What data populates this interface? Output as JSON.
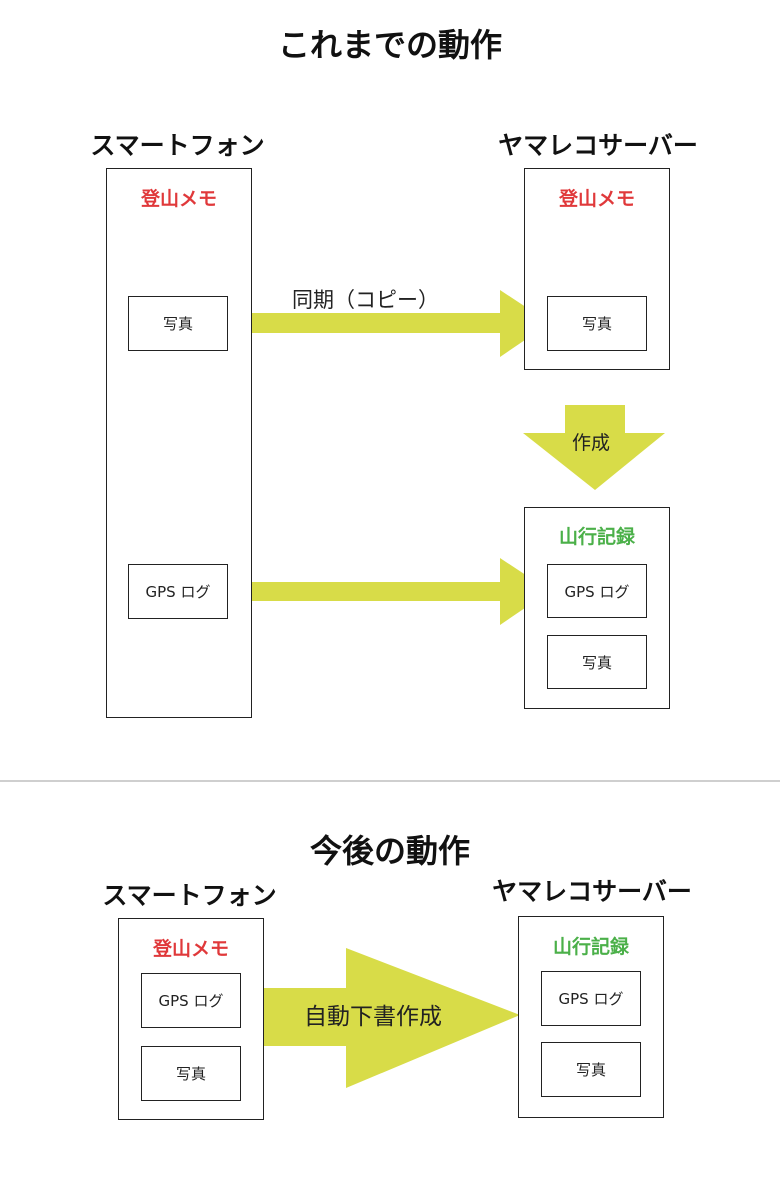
{
  "top": {
    "title": "これまでの動作",
    "phone_heading": "スマートフォン",
    "server_heading": "ヤマレコサーバー",
    "phone_box_label": "登山メモ",
    "phone_photo": "写真",
    "phone_gps": "GPS ログ",
    "server_box_label": "登山メモ",
    "server_photo": "写真",
    "sync_label": "同期（コピー）",
    "create_label": "作成",
    "record_box_label": "山行記録",
    "record_gps": "GPS ログ",
    "record_photo": "写真"
  },
  "bottom": {
    "title": "今後の動作",
    "phone_heading": "スマートフォン",
    "server_heading": "ヤマレコサーバー",
    "phone_box_label": "登山メモ",
    "phone_gps": "GPS ログ",
    "phone_photo": "写真",
    "arrow_label": "自動下書作成",
    "record_box_label": "山行記録",
    "record_gps": "GPS ログ",
    "record_photo": "写真"
  },
  "colors": {
    "arrow": "#d8dc48",
    "memo_label": "#e0393b",
    "record_label": "#4bb049"
  }
}
